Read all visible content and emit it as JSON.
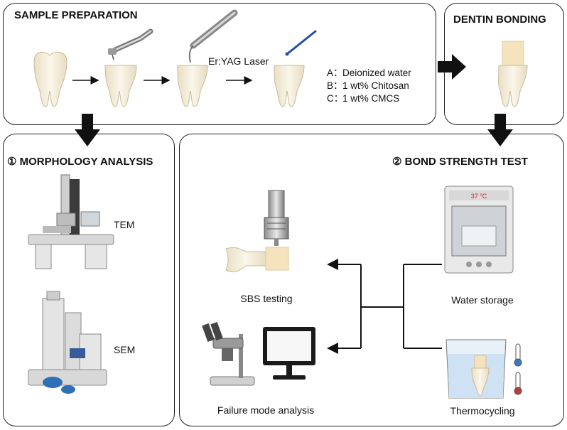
{
  "sample_preparation": {
    "title": "SAMPLE PREPARATION",
    "laser_label": "Er:YAG Laser",
    "groups": [
      {
        "letter": "A：",
        "text": "Deionized water"
      },
      {
        "letter": "B：",
        "text": "1 wt% Chitosan"
      },
      {
        "letter": "C：",
        "text": "1 wt% CMCS"
      }
    ]
  },
  "dentin_bonding": {
    "title": "DENTIN BONDING"
  },
  "morphology": {
    "title": "① MORPHOLOGY ANALYSIS",
    "instruments": [
      "TEM",
      "SEM"
    ]
  },
  "bond_strength": {
    "title": "② BOND STRENGTH TEST",
    "water_storage": "Water storage",
    "thermocycling": "Thermocycling",
    "sbs": "SBS testing",
    "failure": "Failure mode analysis",
    "temperature_display": "37 °C"
  },
  "colors": {
    "border": "#222222",
    "arrow": "#111111",
    "tooth": "#f3ead6",
    "laser_tip": "#1f4fa8",
    "water": "#cfe2f3"
  }
}
